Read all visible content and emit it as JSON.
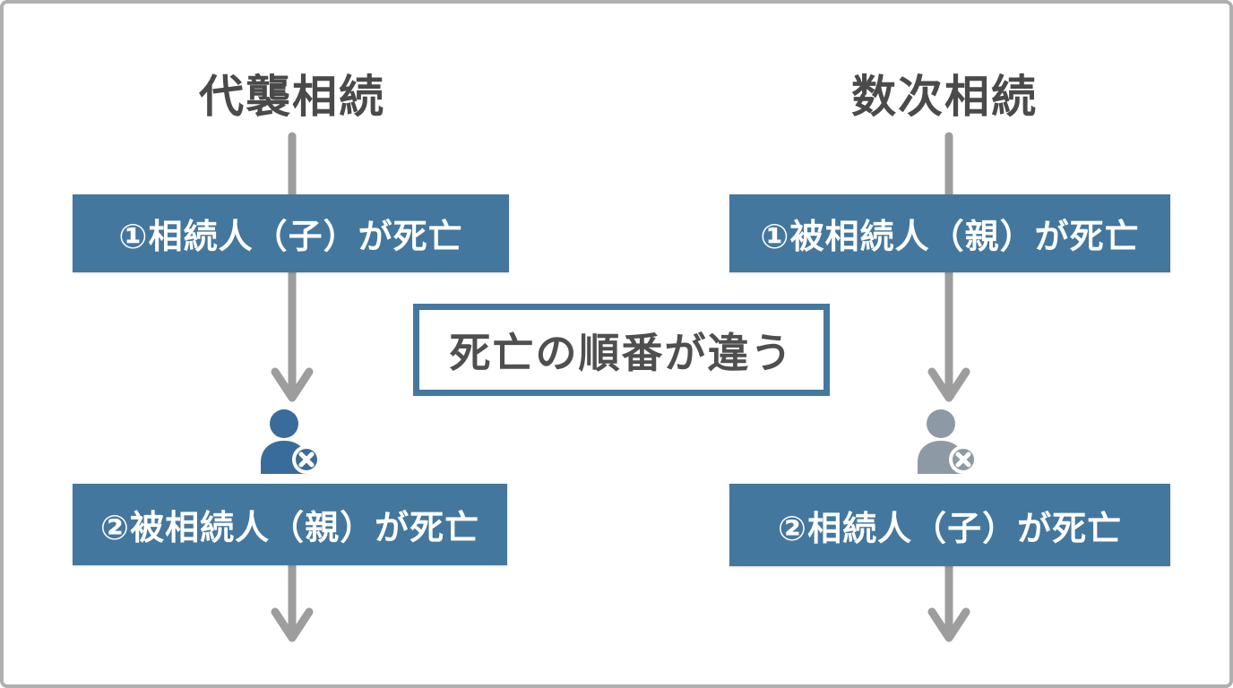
{
  "left_column": {
    "title": "代襲相続",
    "step1": "①相続人（子）が死亡",
    "step2": "②被相続人（親）が死亡",
    "deceased_icon": "person-deceased-blue-icon"
  },
  "right_column": {
    "title": "数次相続",
    "step1": "①被相続人（親）が死亡",
    "step2": "②相続人（子）が死亡",
    "deceased_icon": "person-deceased-gray-icon"
  },
  "center_note": "死亡の順番が違う",
  "colors": {
    "box-blue": "#44779e",
    "center-border-blue": "#45789f",
    "arrow-gray": "#9d9d9d",
    "title-gray": "#4a4a4a",
    "note-text-gray": "#4f4f4f",
    "box-text-white": "#ffffff",
    "icon-blue": "#3a6c9b",
    "icon-gray": "#8e99a6",
    "frame-gray": "#afafaf",
    "canvas-white": "#ffffff"
  }
}
